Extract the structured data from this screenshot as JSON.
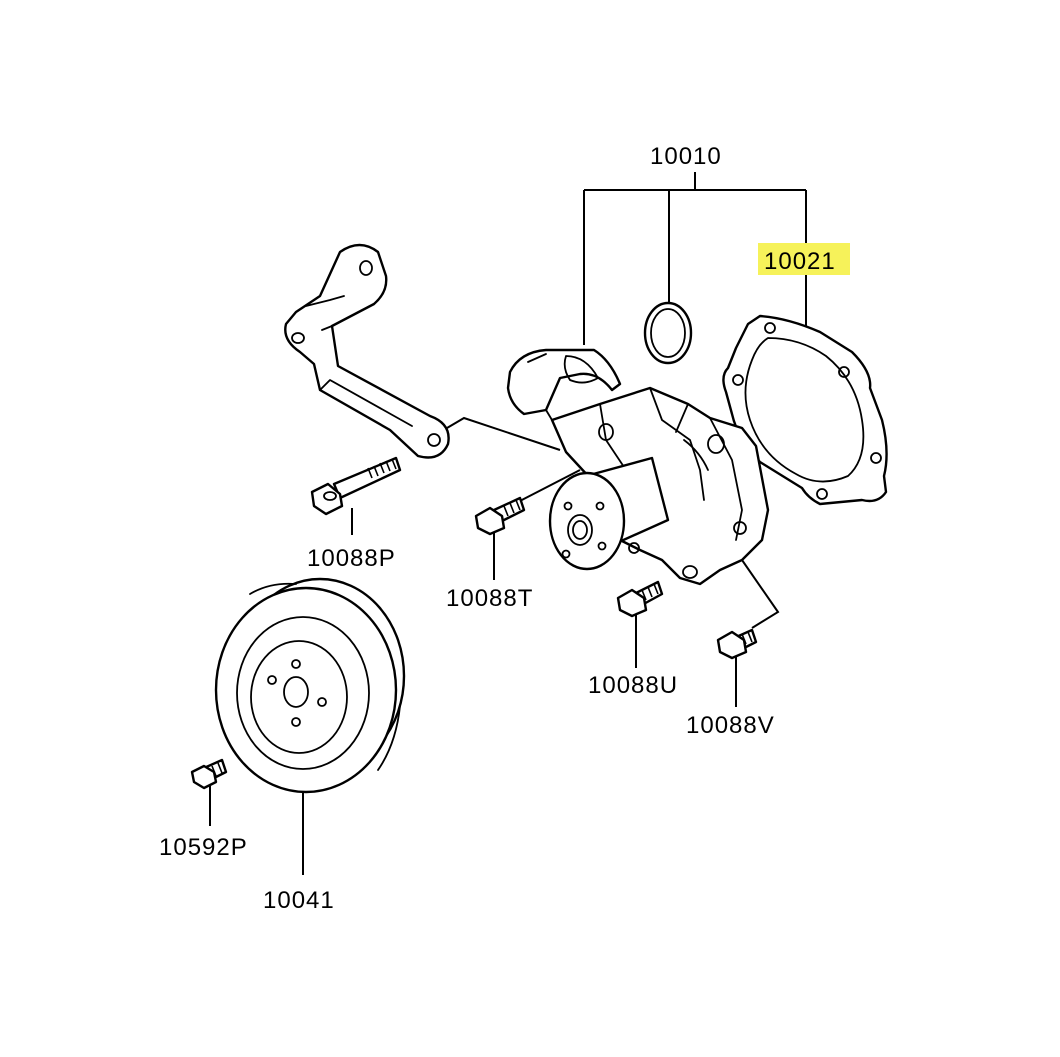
{
  "labels": {
    "assembly": "10010",
    "gasket": "10021",
    "bolt_p": "10088P",
    "bolt_t": "10088T",
    "bolt_u": "10088U",
    "bolt_v": "10088V",
    "pulley_bolt": "10592P",
    "pulley": "10041"
  },
  "colors": {
    "highlight": "#f6f25a",
    "line": "#000000",
    "background": "#ffffff"
  }
}
